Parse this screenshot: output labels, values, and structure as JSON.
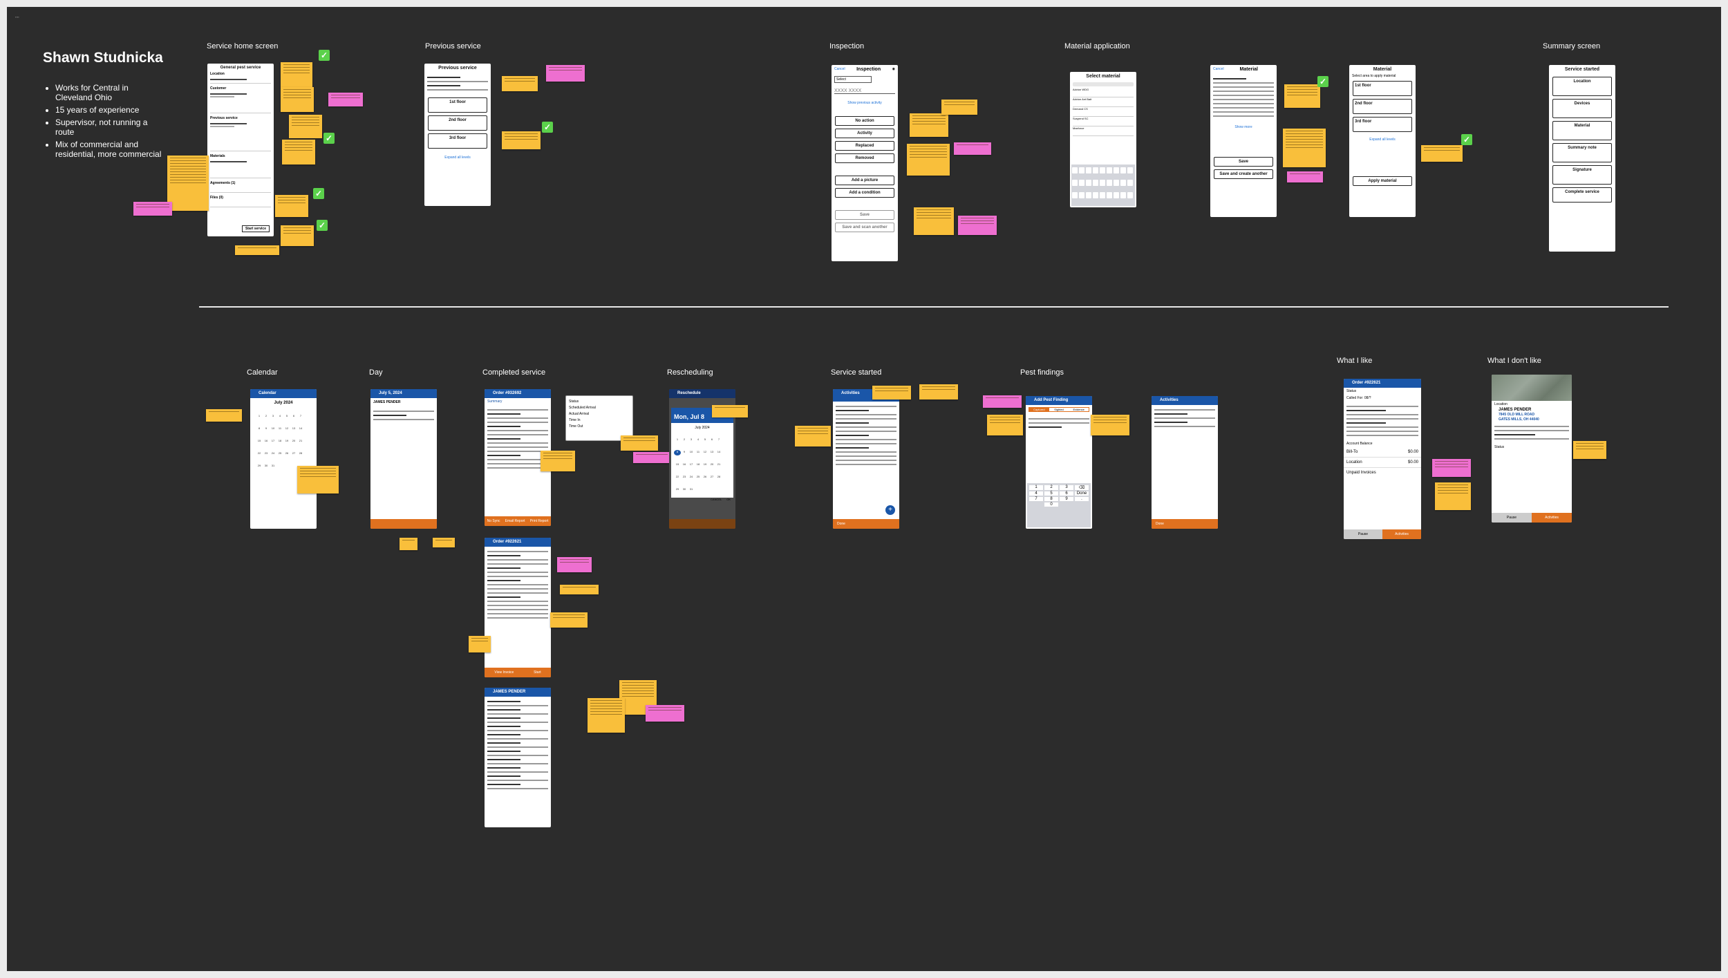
{
  "persona": {
    "name": "Shawn Studnicka",
    "bullets": [
      "Works for Central in Cleveland Ohio",
      "15 years of experience",
      "Supervisor, not running a route",
      "Mix of commercial and residential, more commercial"
    ]
  },
  "sections": {
    "service_home": "Service home screen",
    "previous_service": "Previous service",
    "inspection": "Inspection",
    "material_application": "Material application",
    "summary_screen": "Summary screen",
    "calendar": "Calendar",
    "day": "Day",
    "completed_service": "Completed service",
    "rescheduling": "Rescheduling",
    "service_started": "Service started",
    "pest_findings": "Pest findings",
    "what_i_like": "What I like",
    "what_i_dont_like": "What I don't like"
  },
  "screens": {
    "home": {
      "title": "General pest service",
      "rows": [
        "Location",
        "Customer",
        "Previous service",
        "Materials",
        "Agreements (1)",
        "Files (0)"
      ],
      "start_button": "Start service"
    },
    "previous": {
      "title": "Previous service",
      "rows": [
        "1st floor",
        "2nd floor",
        "3rd floor"
      ],
      "expand": "Expand all levels"
    },
    "inspection": {
      "title": "Inspection",
      "cancel": "Cancel",
      "select": "Select",
      "code": "XXXX XXXX",
      "show_prev": "Show previous activity",
      "buttons": [
        "No action",
        "Activity",
        "Replaced",
        "Removed"
      ],
      "add_picture": "Add a picture",
      "add_condition": "Add a condition",
      "save": "Save",
      "save_scan": "Save and scan another"
    },
    "select_material": {
      "title": "Select material",
      "items": [
        "Advion WDG",
        "Advion Ant Bait",
        "Demand CS",
        "Suspend SC",
        "Maxforce"
      ]
    },
    "material": {
      "cancel": "Cancel",
      "title": "Material",
      "show_more": "Show more",
      "save": "Save",
      "save_create": "Save and create another"
    },
    "material_area": {
      "title": "Material",
      "subtitle": "Select area to apply material",
      "rows": [
        "1st floor",
        "2nd floor",
        "3rd floor"
      ],
      "expand": "Expand all levels",
      "apply": "Apply material"
    },
    "summary": {
      "title": "Service started",
      "cards": [
        "Location",
        "Devices",
        "Material",
        "Summary note",
        "Signature"
      ],
      "complete": "Complete service"
    },
    "calendar": {
      "header": "Calendar",
      "month": "July 2024"
    },
    "day": {
      "header": "July 5, 2024",
      "customer": "JAMES PENDER"
    },
    "completed": {
      "header": "Order #932692",
      "tab": "Summary",
      "footer": [
        "No Sync",
        "Email Report",
        "Print Report"
      ]
    },
    "completed2": {
      "header": "Order #922621",
      "footer": [
        "View Invoice",
        "Start"
      ]
    },
    "completed3": {
      "header": "JAMES PENDER"
    },
    "popup": {
      "rows": [
        "Status",
        "Scheduled Arrival",
        "Actual Arrival",
        "Time In",
        "Time Out"
      ]
    },
    "reschedule": {
      "header": "Reschedule",
      "date": "Mon, Jul 8",
      "month": "July 2024",
      "cancel": "CANCEL",
      "ok": "OK"
    },
    "service_started": {
      "header": "Activities",
      "footer": [
        "Done"
      ]
    },
    "pest": {
      "header": "Add Pest Finding",
      "tabs": [
        "Captured",
        "Sighted",
        "Evidence"
      ],
      "keypad_done": "Done"
    },
    "pest2": {
      "header": "Activities",
      "footer": [
        "Done"
      ]
    },
    "like": {
      "header": "Order #922621",
      "status": "Status",
      "called": "Called For: 08/?",
      "account": "Account Balance",
      "bill_to": "Bill-To",
      "location": "Location",
      "unpaid": "Unpaid Invoices",
      "amount1": "$0.00",
      "amount2": "$0.00",
      "footer": [
        "Pause",
        "Activities"
      ]
    },
    "dislike": {
      "location": "Location",
      "customer": "JAMES PENDER",
      "address": "7845 OLD MILL ROAD",
      "city": "GATES MILLS, OH 44040",
      "status": "Status",
      "footer": [
        "Pause",
        "Activities"
      ]
    }
  },
  "colors": {
    "board": "#2c2c2c",
    "sticky": "#f9bf3b",
    "sticky_pink": "#ee6fd0",
    "check": "#5bd14b",
    "app_blue": "#1a56a8",
    "app_orange": "#e0711f"
  }
}
